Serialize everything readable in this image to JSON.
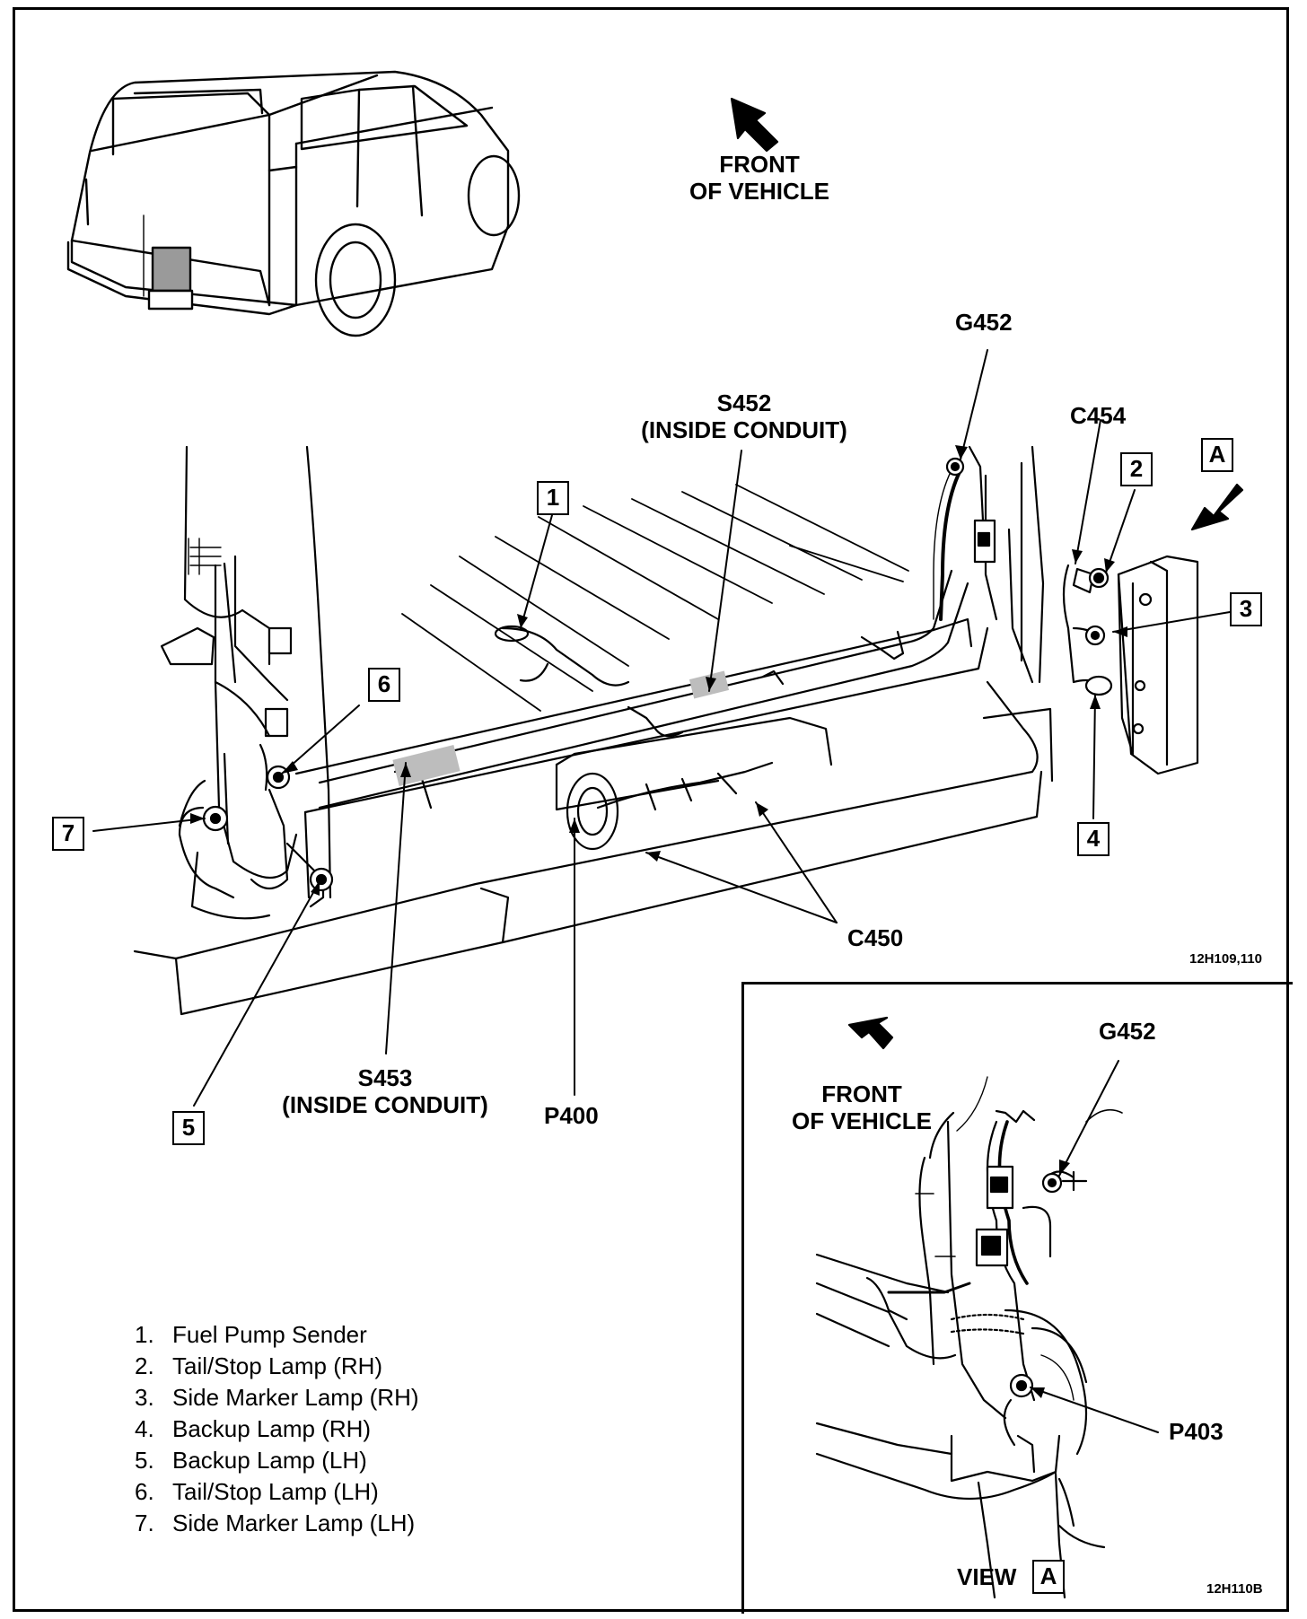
{
  "main": {
    "front_of_vehicle": {
      "line1": "FRONT",
      "line2": "OF VEHICLE"
    },
    "callouts": {
      "g452": "G452",
      "c454": "C454",
      "s452_line1": "S452",
      "s452_line2": "(INSIDE CONDUIT)",
      "s453_line1": "S453",
      "s453_line2": "(INSIDE CONDUIT)",
      "c450": "C450",
      "p400": "P400"
    },
    "view_marker": "A",
    "numbers": [
      "1",
      "2",
      "3",
      "4",
      "5",
      "6",
      "7"
    ],
    "figure_code": "12H109,110"
  },
  "legend": [
    {
      "num": "1.",
      "text": "Fuel Pump Sender"
    },
    {
      "num": "2.",
      "text": "Tail/Stop Lamp (RH)"
    },
    {
      "num": "3.",
      "text": "Side Marker Lamp (RH)"
    },
    {
      "num": "4.",
      "text": "Backup Lamp (RH)"
    },
    {
      "num": "5.",
      "text": "Backup Lamp (LH)"
    },
    {
      "num": "6.",
      "text": "Tail/Stop Lamp (LH)"
    },
    {
      "num": "7.",
      "text": "Side Marker Lamp (LH)"
    }
  ],
  "inset": {
    "front_of_vehicle": {
      "line1": "FRONT",
      "line2": "OF VEHICLE"
    },
    "g452": "G452",
    "p403": "P403",
    "view_label": "VIEW",
    "view_marker": "A",
    "figure_code": "12H110B"
  }
}
